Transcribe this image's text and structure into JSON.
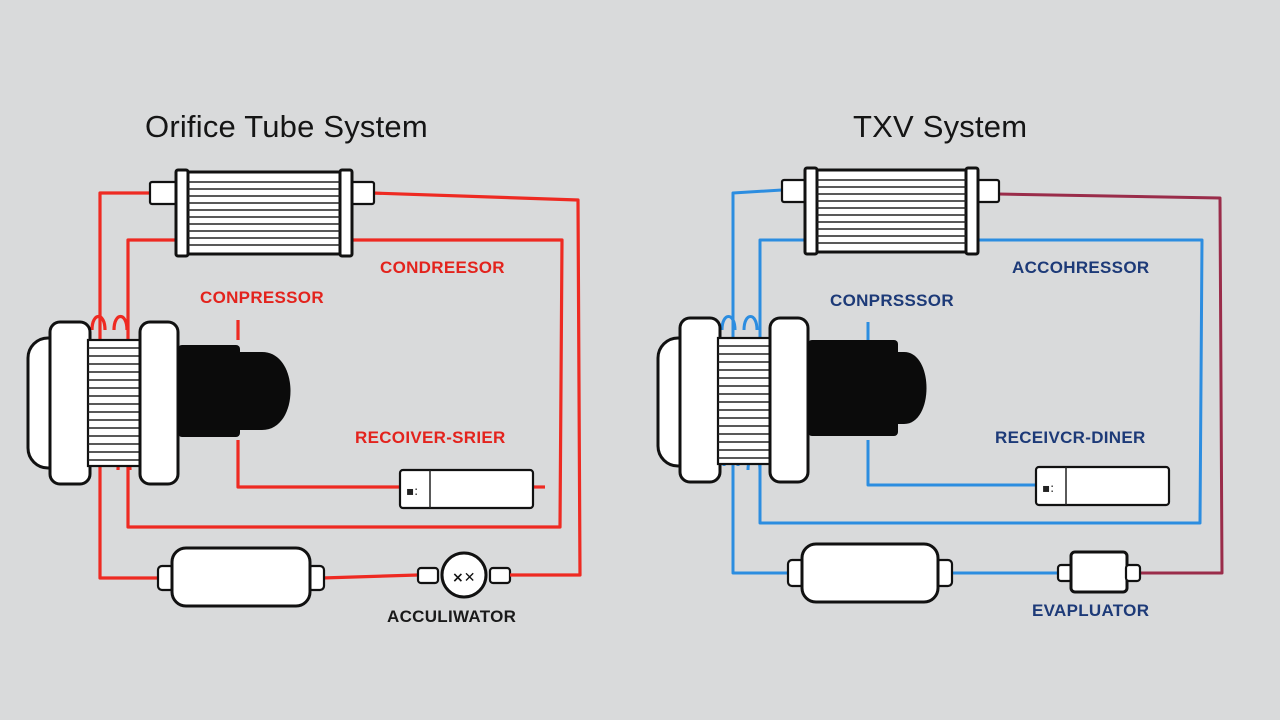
{
  "left_diagram": {
    "title": "Orifice Tube System",
    "labels": {
      "condenser": "CONDREESOR",
      "compressor": "CONPRESSOR",
      "receiver": "RECOIVER-SRIER",
      "accumulator": "ACCULIWATOR"
    },
    "wire_color": "#ee2a22"
  },
  "right_diagram": {
    "title": "TXV System",
    "labels": {
      "condenser": "ACCOHRESSOR",
      "compressor": "CONPRSSSOR",
      "receiver": "RECEIVCR-DINER",
      "evaporator": "EVAPLUATOR"
    },
    "wire_color": "#2c8de0",
    "return_wire_color": "#9a2c4a"
  }
}
